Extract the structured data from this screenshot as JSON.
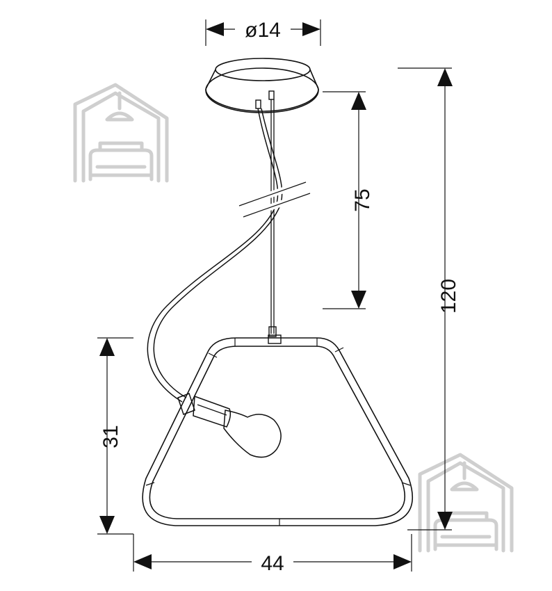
{
  "dimensions": {
    "canopy_diameter": "ø14",
    "cable_length": "75",
    "total_height": "120",
    "shade_height": "31",
    "shade_width": "44"
  },
  "icons": {
    "watermark": "house-lamp-sofa-icon",
    "arrow": "arrowhead-icon"
  },
  "colors": {
    "line": "#111111",
    "watermark": "#cfcfcf",
    "background": "#ffffff"
  }
}
